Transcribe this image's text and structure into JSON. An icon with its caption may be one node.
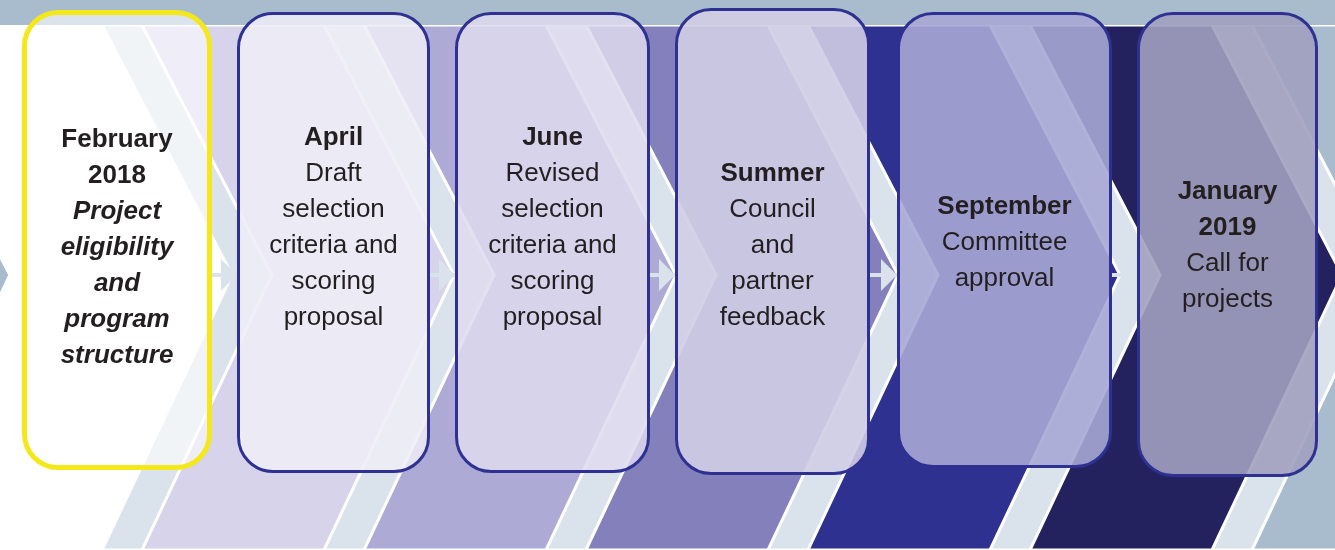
{
  "diagram": {
    "nodes": [
      {
        "text": [
          "February 2018",
          "Project eligibility and program structure"
        ]
      },
      {
        "text": [
          "April",
          "Draft selection criteria and scoring proposal"
        ]
      },
      {
        "text": [
          "June",
          "Revised selection criteria and scoring proposal"
        ]
      },
      {
        "text": [
          "Summer",
          "Council and partner feedback"
        ]
      },
      {
        "text": [
          "September",
          "Committee approval"
        ]
      },
      {
        "text": [
          "January 2019",
          "Call for projects"
        ]
      }
    ],
    "edges": [
      {
        "from": 0,
        "to": 1,
        "arrow": "to"
      },
      {
        "from": 1,
        "to": 2,
        "arrow": "to"
      },
      {
        "from": 2,
        "to": 3,
        "arrow": "to"
      },
      {
        "from": 3,
        "to": 4,
        "arrow": "to"
      },
      {
        "from": 4,
        "to": 5,
        "arrow": "to"
      }
    ]
  }
}
